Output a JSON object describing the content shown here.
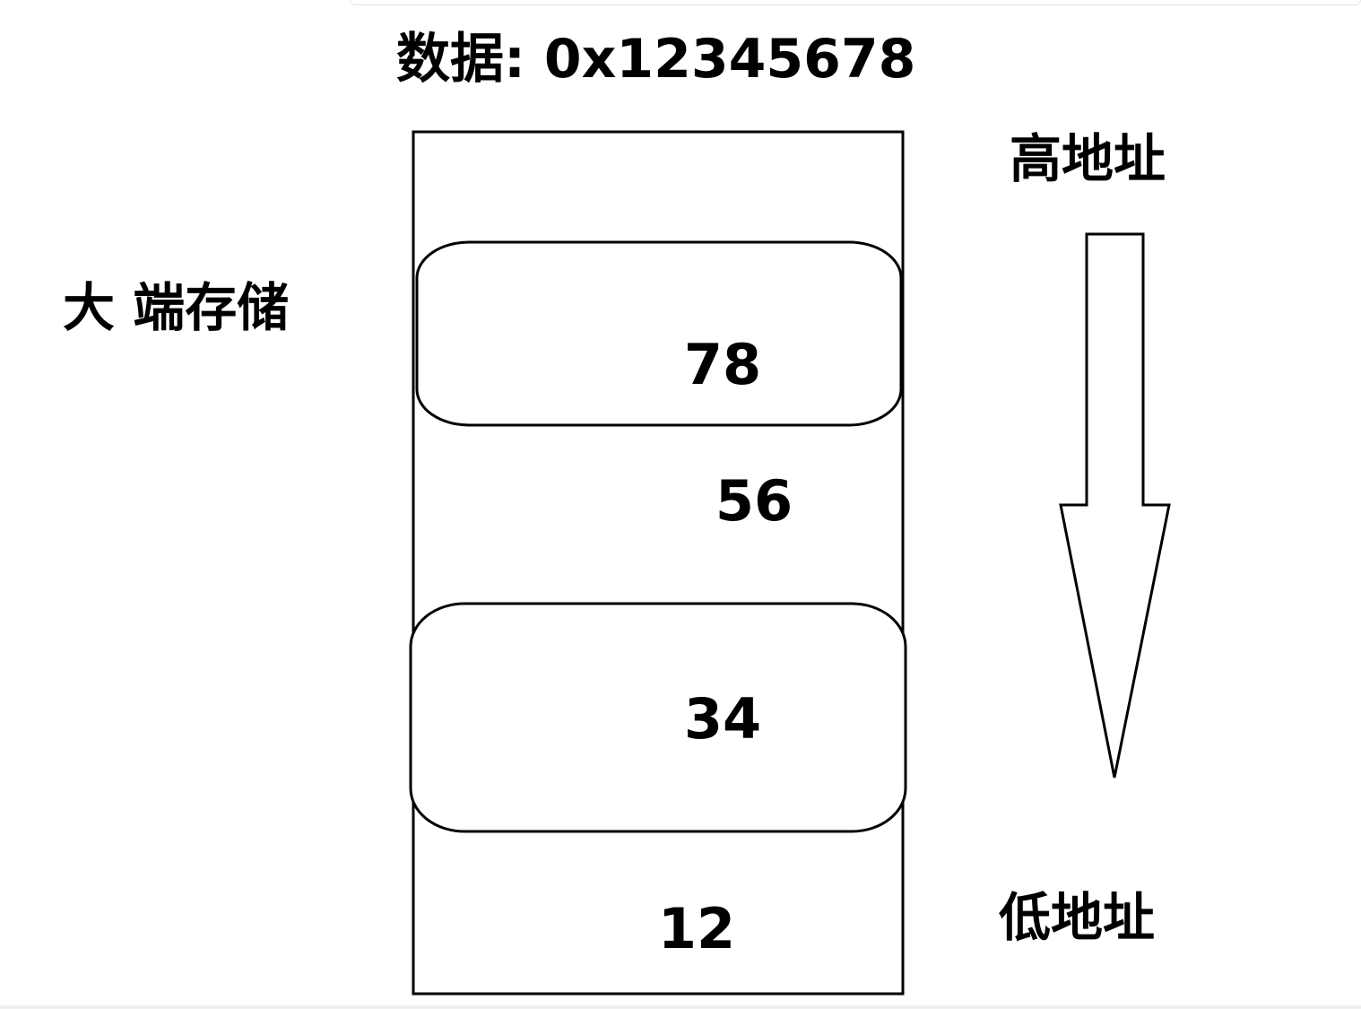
{
  "title": "数据: 0x12345678",
  "storage_label": "大 端存储",
  "address_labels": {
    "high": "高地址",
    "low": "低地址"
  },
  "bytes": [
    {
      "value": "78",
      "highlighted": true
    },
    {
      "value": "56",
      "highlighted": false
    },
    {
      "value": "34",
      "highlighted": true
    },
    {
      "value": "12",
      "highlighted": false
    }
  ],
  "arrow_direction": "down",
  "colors": {
    "stroke": "#000000",
    "background": "#ffffff"
  }
}
